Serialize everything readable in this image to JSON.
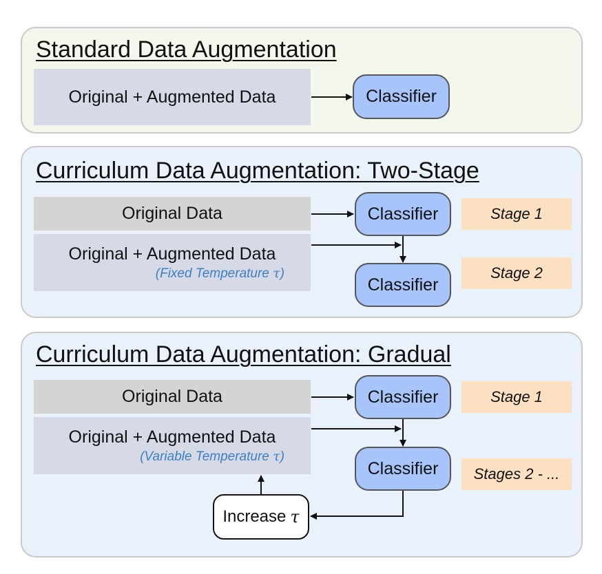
{
  "panels": {
    "standard": {
      "title": "Standard Data Augmentation",
      "data_label": "Original + Augmented Data",
      "classifier_label": "Classifier"
    },
    "two_stage": {
      "title": "Curriculum Data Augmentation: Two-Stage",
      "original_label": "Original Data",
      "augmented_label": "Original + Augmented Data",
      "augmented_note": "(Fixed Temperature",
      "tau_symbol": "τ",
      "note_close": ")",
      "classifier_1_label": "Classifier",
      "classifier_2_label": "Classifier",
      "stage_1_label": "Stage 1",
      "stage_2_label": "Stage 2"
    },
    "gradual": {
      "title": "Curriculum Data Augmentation: Gradual",
      "original_label": "Original Data",
      "augmented_label": "Original + Augmented Data",
      "augmented_note": "(Variable Temperature",
      "tau_symbol": "τ",
      "note_close": ")",
      "classifier_1_label": "Classifier",
      "classifier_2_label": "Classifier",
      "stage_1_label": "Stage 1",
      "stage_2_label": "Stages 2 - ...",
      "increase_label": "Increase",
      "increase_tau": "τ"
    }
  },
  "colors": {
    "standard_panel_bg": "#f3f7ec",
    "curriculum_panel_bg": "#e9f1fa",
    "data_box_original": "#d4d4d4",
    "data_box_augmented": "#d6d9e6",
    "classifier_fill": "#a7c5fa",
    "stage_fill": "#fce0c2",
    "note_text": "#3d7fc4"
  }
}
